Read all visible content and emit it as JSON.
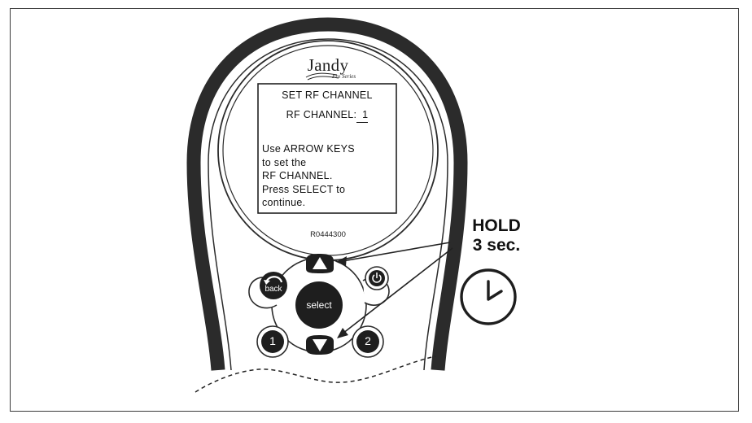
{
  "brand": {
    "name": "Jandy",
    "series": "Pro Series"
  },
  "screen": {
    "title": "SET RF CHANNEL",
    "channel_label": "RF CHANNEL:",
    "channel_value": "1",
    "instructions": [
      "Use ARROW KEYS",
      "to set the",
      "RF CHANNEL.",
      "Press SELECT to",
      "continue."
    ]
  },
  "model_number": "R0444300",
  "buttons": {
    "back": "back",
    "select": "select",
    "one": "1",
    "two": "2"
  },
  "callout": {
    "line1": "HOLD",
    "line2": "3 sec."
  },
  "icons": [
    "up-arrow-icon",
    "down-arrow-icon",
    "power-icon",
    "back-arrow-icon",
    "clock-icon"
  ]
}
